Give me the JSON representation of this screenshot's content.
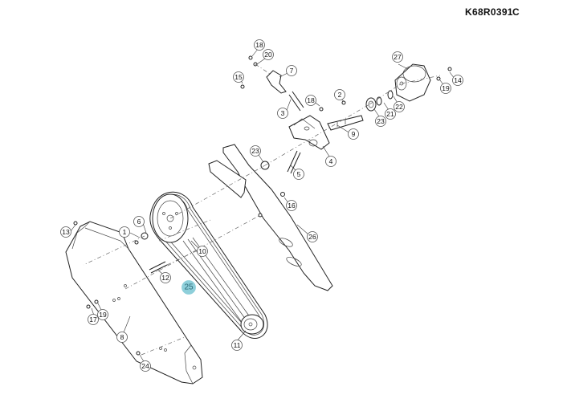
{
  "reference": {
    "code": "K68R0391",
    "revision": "C"
  },
  "highlight_color": "#8ecfda",
  "callouts": [
    {
      "id": "c1",
      "label": "1"
    },
    {
      "id": "c2",
      "label": "2"
    },
    {
      "id": "c3",
      "label": "3"
    },
    {
      "id": "c4",
      "label": "4"
    },
    {
      "id": "c5",
      "label": "5"
    },
    {
      "id": "c6",
      "label": "6"
    },
    {
      "id": "c7",
      "label": "7"
    },
    {
      "id": "c8",
      "label": "8"
    },
    {
      "id": "c9",
      "label": "9"
    },
    {
      "id": "c10",
      "label": "10"
    },
    {
      "id": "c11",
      "label": "11"
    },
    {
      "id": "c12",
      "label": "12"
    },
    {
      "id": "c13",
      "label": "13"
    },
    {
      "id": "c14",
      "label": "14"
    },
    {
      "id": "c15",
      "label": "15"
    },
    {
      "id": "c16",
      "label": "16"
    },
    {
      "id": "c17",
      "label": "17"
    },
    {
      "id": "c18a",
      "label": "18"
    },
    {
      "id": "c18b",
      "label": "18"
    },
    {
      "id": "c19a",
      "label": "19"
    },
    {
      "id": "c19b",
      "label": "19"
    },
    {
      "id": "c20",
      "label": "20"
    },
    {
      "id": "c21",
      "label": "21"
    },
    {
      "id": "c22",
      "label": "22"
    },
    {
      "id": "c23a",
      "label": "23"
    },
    {
      "id": "c23b",
      "label": "23"
    },
    {
      "id": "c24",
      "label": "24"
    },
    {
      "id": "c25",
      "label": "25",
      "highlighted": true
    },
    {
      "id": "c26",
      "label": "26"
    },
    {
      "id": "c27",
      "label": "27"
    }
  ]
}
